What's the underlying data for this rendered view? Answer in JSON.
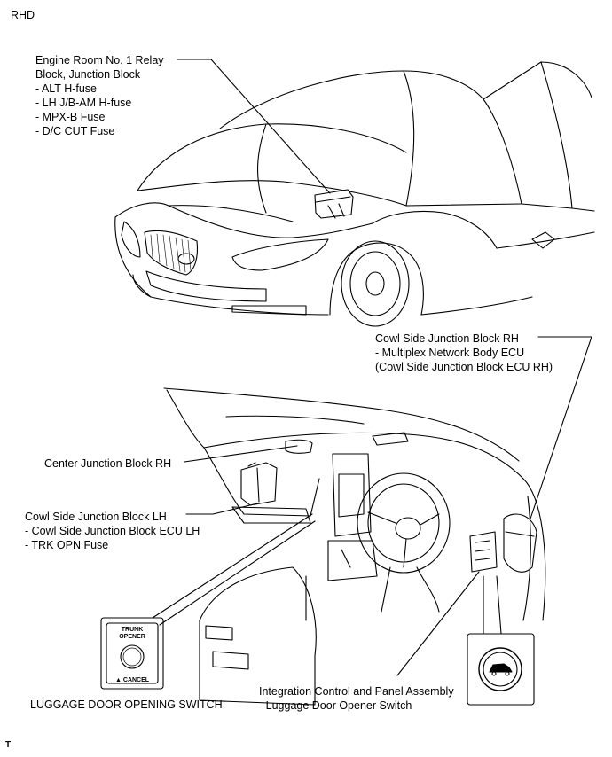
{
  "header": {
    "region": "RHD"
  },
  "footer": {
    "mark": "T"
  },
  "labels": {
    "engine_room": {
      "title1": "Engine Room No. 1 Relay",
      "title2": "Block, Junction Block",
      "items": [
        "- ALT H-fuse",
        "- LH J/B-AM H-fuse",
        "- MPX-B Fuse",
        "- D/C CUT Fuse"
      ]
    },
    "cowl_rh": {
      "title": "Cowl Side Junction Block RH",
      "items": [
        "- Multiplex Network Body ECU",
        "(Cowl Side Junction Block ECU RH)"
      ]
    },
    "center_jb": {
      "title": "Center Junction Block RH"
    },
    "cowl_lh": {
      "title": "Cowl Side Junction Block LH",
      "items": [
        "- Cowl Side Junction Block ECU LH",
        "- TRK OPN Fuse"
      ]
    },
    "luggage_switch": {
      "title": "LUGGAGE DOOR OPENING SWITCH"
    },
    "integration": {
      "title": "Integration Control and Panel Assembly",
      "items": [
        "- Luggage Door Opener Switch"
      ]
    }
  },
  "switch_inset": {
    "top_text1": "TRUNK",
    "top_text2": "OPENER",
    "bottom_text": "CANCEL"
  }
}
